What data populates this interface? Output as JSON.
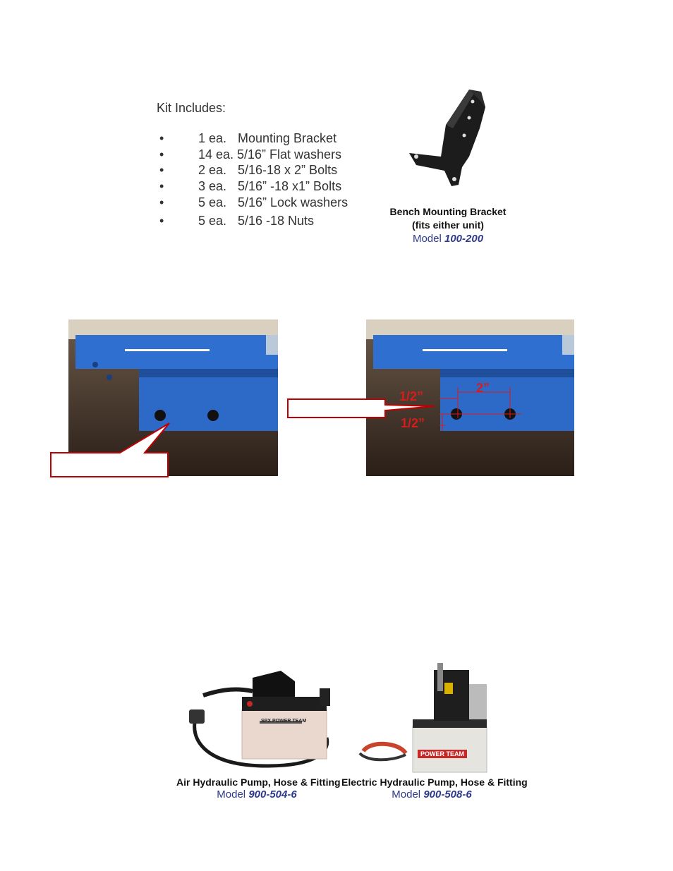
{
  "kit": {
    "title": "Kit Includes:",
    "items": [
      {
        "bullet": "•",
        "qty": "1 ea.",
        "desc": "Mounting Bracket"
      },
      {
        "bullet": "•",
        "qty": "14 ea.",
        "desc": "5/16” Flat washers"
      },
      {
        "bullet": "•",
        "qty": "2 ea.",
        "desc": "5/16-18 x 2” Bolts"
      },
      {
        "bullet": "•",
        "qty": "3 ea.",
        "desc": "5/16” -18 x1” Bolts"
      },
      {
        "bullet": "•",
        "qty": "5 ea.",
        "desc": "5/16” Lock washers"
      },
      {
        "bullet": "•",
        "qty": "5 ea.",
        "desc": "5/16 -18 Nuts"
      }
    ]
  },
  "bracket": {
    "name_line1": "Bench Mounting Bracket",
    "name_line2": "(fits either unit)",
    "model_prefix": "Model",
    "model_number": "100-200"
  },
  "dimensions": {
    "half_inch_horizontal": "1/2”",
    "two_inch": "2”",
    "half_inch_vertical": "1/2”"
  },
  "air_pump": {
    "name": "Air Hydraulic Pump, Hose & Fitting",
    "model_prefix": "Model",
    "model_number": "900-504-6",
    "brand": "POWER TEAM",
    "brand_short": "SPX"
  },
  "electric_pump": {
    "name": "Electric Hydraulic Pump, Hose & Fitting",
    "model_prefix": "Model",
    "model_number": "900-508-6",
    "brand": "POWER TEAM"
  },
  "colors": {
    "model_blue": "#2d3a8c",
    "callout_red": "#c00000",
    "frame_blue": "#2f6fd0"
  }
}
